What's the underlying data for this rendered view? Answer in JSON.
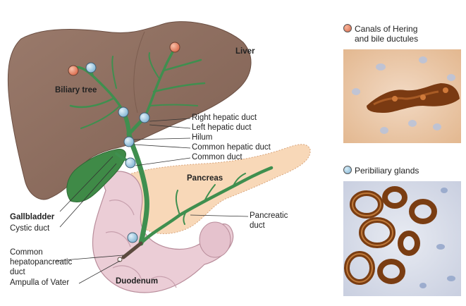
{
  "labels": {
    "liver": "Liver",
    "biliary_tree": "Biliary tree",
    "right_hepatic_duct": "Right hepatic duct",
    "left_hepatic_duct": "Left hepatic duct",
    "hilum": "Hilum",
    "common_hepatic_duct": "Common hepatic duct",
    "common_duct": "Common duct",
    "pancreas": "Pancreas",
    "pancreatic_duct_line1": "Pancreatic",
    "pancreatic_duct_line2": "duct",
    "gallbladder": "Gallbladder",
    "cystic_duct": "Cystic duct",
    "common_hp_duct_line1": "Common",
    "common_hp_duct_line2": "hepatopancreatic",
    "common_hp_duct_line3": "duct",
    "ampulla": "Ampulla of Vater",
    "duodenum": "Duodenum"
  },
  "legend": {
    "canals_line1": "Canals of Hering",
    "canals_line2": "and bile ductules",
    "peribiliary": "Peribiliary glands"
  },
  "colors": {
    "liver": "#8a6a5c",
    "bile_tree": "#3f8f4f",
    "gallbladder": "#3d8a45",
    "pancreas": "#f8d8b8",
    "duodenum": "#e9c8d2",
    "canals_marker": "#e07a5a",
    "peribiliary_marker": "#8fc0de"
  }
}
